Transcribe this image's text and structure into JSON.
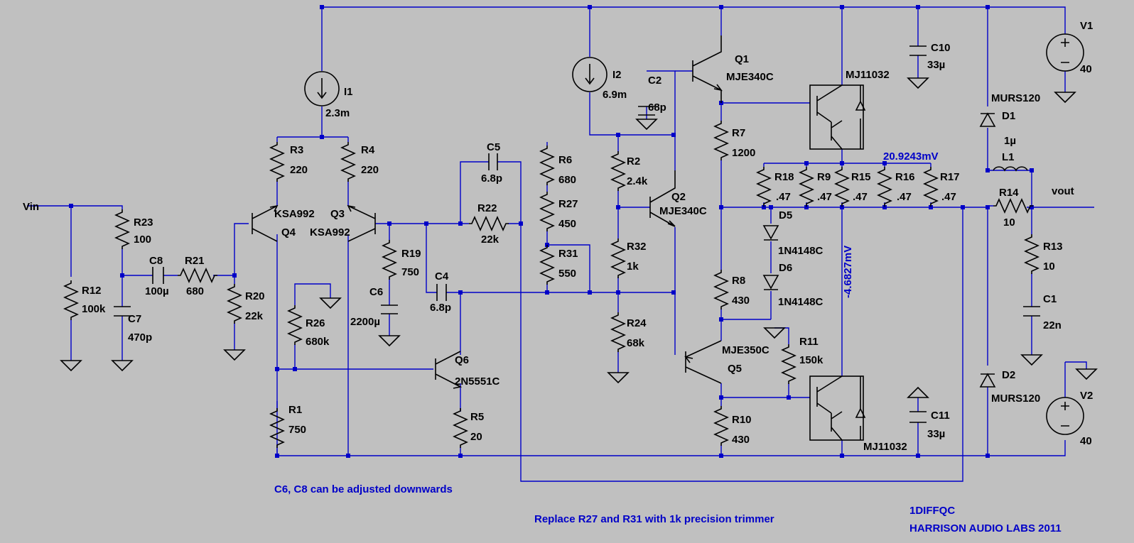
{
  "schematic": {
    "labels": {
      "vin": "Vin",
      "vout": "vout",
      "v1": "V1",
      "v1_value": "40",
      "v2": "V2",
      "v2_value": "40",
      "i1": "I1",
      "i1_value": "2.3m",
      "i2": "I2",
      "i2_value": "6.9m",
      "r1": "R1",
      "r1_value": "750",
      "r2": "R2",
      "r2_value": "2.4k",
      "r3": "R3",
      "r3_value": "220",
      "r4": "R4",
      "r4_value": "220",
      "r5": "R5",
      "r5_value": "20",
      "r6": "R6",
      "r6_value": "680",
      "r7": "R7",
      "r7_value": "1200",
      "r8": "R8",
      "r8_value": "430",
      "r9": "R9",
      "r9_value": ".47",
      "r10": "R10",
      "r10_value": "430",
      "r11": "R11",
      "r11_value": "150k",
      "r12": "R12",
      "r12_value": "100k",
      "r13": "R13",
      "r13_value": "10",
      "r14": "R14",
      "r14_value": "10",
      "r15": "R15",
      "r15_value": ".47",
      "r16": "R16",
      "r16_value": ".47",
      "r17": "R17",
      "r17_value": ".47",
      "r18": "R18",
      "r18_value": ".47",
      "r19": "R19",
      "r19_value": "750",
      "r20": "R20",
      "r20_value": "22k",
      "r21": "R21",
      "r21_value": "680",
      "r22": "R22",
      "r22_value": "22k",
      "r23": "R23",
      "r23_value": "100",
      "r24": "R24",
      "r24_value": "68k",
      "r26": "R26",
      "r26_value": "680k",
      "r27": "R27",
      "r27_value": "450",
      "r31": "R31",
      "r31_value": "550",
      "r32": "R32",
      "r32_value": "1k",
      "c1": "C1",
      "c1_value": "22n",
      "c2": "C2",
      "c2_value": "68p",
      "c4": "C4",
      "c4_value": "6.8p",
      "c5": "C5",
      "c5_value": "6.8p",
      "c6": "C6",
      "c6_value": "2200µ",
      "c7": "C7",
      "c7_value": "470p",
      "c8": "C8",
      "c8_value": "100µ",
      "c10": "C10",
      "c10_value": "33µ",
      "c11": "C11",
      "c11_value": "33µ",
      "l1": "L1",
      "l1_value": "1µ",
      "d1": "D1",
      "d1_value": "MURS120",
      "d2": "D2",
      "d2_value": "MURS120",
      "d5": "D5",
      "d5_value": "1N4148C",
      "d6": "D6",
      "d6_value": "1N4148C",
      "q1": "Q1",
      "q1_value": "MJE340C",
      "q2": "Q2",
      "q2_value": "MJE340C",
      "q3": "Q3",
      "q3_value": "KSA992",
      "q4": "Q4",
      "q4_value": "KSA992",
      "q5": "Q5",
      "q5_value": "MJE350C",
      "q6": "Q6",
      "q6_value": "2N5551C",
      "qhi_value": "MJ11032",
      "qlo_value": "MJ11032"
    },
    "probes": {
      "bias_voltage": "20.9243mV",
      "vbe_voltage": "-4.6827mV"
    },
    "notes": {
      "note1": "C6, C8 can be adjusted downwards",
      "note2": "Replace R27 and R31 with 1k precision trimmer",
      "title1": "1DIFFQC",
      "title2": "HARRISON AUDIO LABS 2011"
    },
    "colors": {
      "background": "#c0c0c0",
      "wire": "#0000c8",
      "component": "#000000"
    }
  }
}
